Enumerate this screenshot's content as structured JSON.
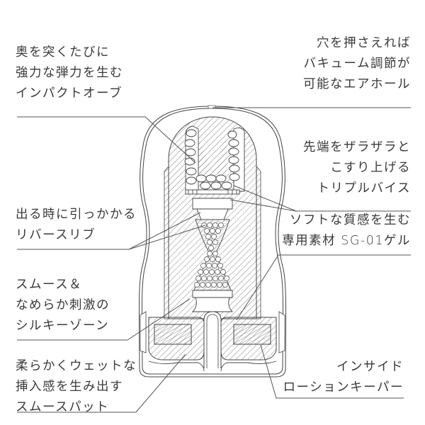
{
  "diagram": {
    "subject": "cross-section of cup-type device with callouts",
    "line_color": "#555555"
  },
  "callouts": {
    "impact_orb": {
      "side": "left",
      "lines": [
        "奥を突くたびに",
        "強力な弾力を生む",
        "インパクトオーブ"
      ]
    },
    "air_hole": {
      "side": "right",
      "lines": [
        "穴を押さえれば",
        "バキューム調節が",
        "可能なエアホール"
      ]
    },
    "triple_vise": {
      "side": "right",
      "lines": [
        "先端をザラザラと",
        "こすり上げる",
        "トリプルバイス"
      ]
    },
    "reverse_rib": {
      "side": "left",
      "lines": [
        "出る時に引っかかる",
        "リバースリブ"
      ]
    },
    "sg01_gel": {
      "side": "right",
      "lines": [
        "ソフトな質感を生む",
        "専用素材 SG-01ゲル"
      ]
    },
    "silky_zone": {
      "side": "left",
      "lines": [
        "スムース＆",
        "なめらか刺激の",
        "シルキーゾーン"
      ]
    },
    "smooth_pad": {
      "side": "left",
      "lines": [
        "柔らかくウェットな",
        "挿入感を生み出す",
        "スムースパット"
      ]
    },
    "lotion_keeper": {
      "side": "right",
      "lines": [
        "インサイド",
        "ローションキーパー"
      ]
    }
  }
}
